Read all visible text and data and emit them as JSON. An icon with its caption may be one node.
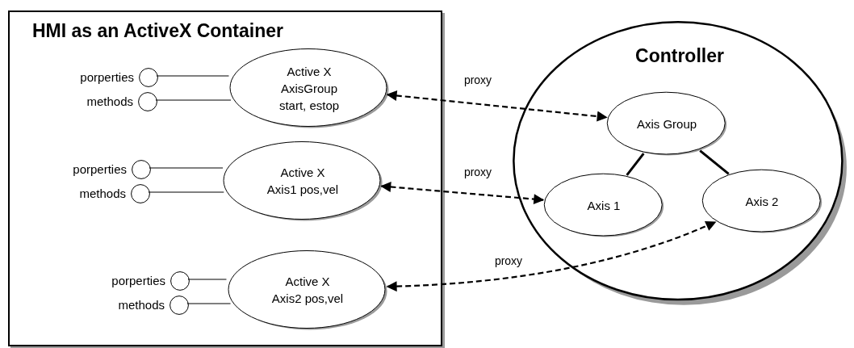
{
  "diagram": {
    "nodes": [
      {
        "text": [
          "HMI as an ActiveX Container"
        ]
      },
      {
        "text": [],
        "shape": "circle",
        "in": 0,
        "beside": [
          "porperties"
        ]
      },
      {
        "text": [],
        "shape": "circle",
        "in": 0,
        "beside": [
          "methods"
        ]
      },
      {
        "text": [
          "Active X AxisGroup start, estop"
        ],
        "in": 0
      },
      {
        "text": [],
        "shape": "circle",
        "in": 0,
        "beside": [
          "porperties"
        ]
      },
      {
        "text": [],
        "shape": "circle",
        "in": 0,
        "beside": [
          "methods"
        ]
      },
      {
        "text": [
          "Active X Axis1 pos,vel"
        ],
        "in": 0
      },
      {
        "text": [],
        "shape": "circle",
        "in": 0,
        "beside": [
          "porperties"
        ]
      },
      {
        "text": [],
        "shape": "circle",
        "in": 0,
        "beside": [
          "methods"
        ]
      },
      {
        "text": [
          "Active X Axis2 pos,vel"
        ],
        "in": 0
      },
      {
        "text": [
          "Controller"
        ]
      },
      {
        "text": [
          "Axis Group"
        ],
        "in": 10
      },
      {
        "text": [
          "Axis 1"
        ],
        "in": 10
      },
      {
        "text": [
          "Axis 2"
        ],
        "in": 10
      }
    ],
    "edges": [
      {
        "from": 1,
        "to": 3,
        "arrow": "none"
      },
      {
        "from": 2,
        "to": 3,
        "arrow": "none"
      },
      {
        "from": 4,
        "to": 6,
        "arrow": "none"
      },
      {
        "from": 5,
        "to": 6,
        "arrow": "none"
      },
      {
        "from": 7,
        "to": 9,
        "arrow": "none"
      },
      {
        "from": 8,
        "to": 9,
        "arrow": "none"
      },
      {
        "from": 3,
        "to": 11,
        "arrow": "both",
        "style": "dashed",
        "label": "proxy"
      },
      {
        "from": 6,
        "to": 12,
        "arrow": "both",
        "style": "dashed",
        "label": "proxy"
      },
      {
        "from": 9,
        "to": 13,
        "arrow": "both",
        "style": "dashed",
        "label": "proxy"
      },
      {
        "from": 11,
        "to": 12,
        "arrow": "none",
        "style": "thick"
      },
      {
        "from": 11,
        "to": 13,
        "arrow": "none",
        "style": "thick"
      }
    ]
  }
}
